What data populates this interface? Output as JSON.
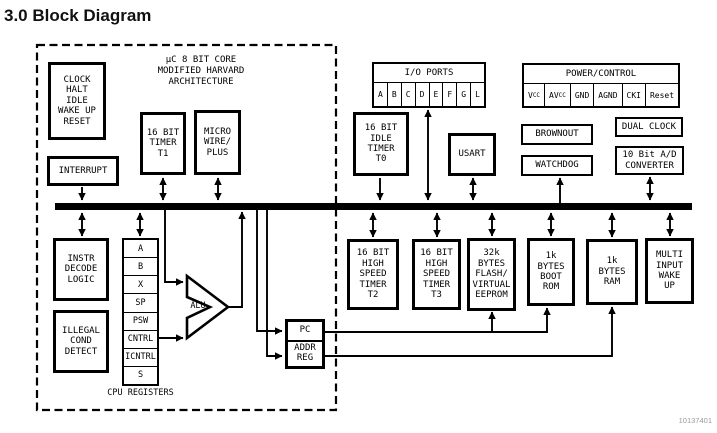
{
  "page": {
    "title": "3.0 Block Diagram",
    "footnote": "10137401"
  },
  "colors": {
    "line": "#000000",
    "background": "#ffffff",
    "footnote_gray": "#9a9a9a"
  },
  "core": {
    "label": "µC 8 BIT CORE\nMODIFIED HARVARD\nARCHITECTURE",
    "clock": "CLOCK\nHALT\nIDLE\nWAKE UP\nRESET",
    "interrupt": "INTERRUPT",
    "timer_t1": "16 BIT\nTIMER\nT1",
    "microwire": "MICRO\nWIRE/\nPLUS",
    "instr_decode": "INSTR\nDECODE\nLOGIC",
    "illegal_cond": "ILLEGAL\nCOND\nDETECT",
    "alu": "ALU",
    "pc": "PC",
    "addr_reg": "ADDR\nREG",
    "registers": {
      "cells": [
        "A",
        "B",
        "X",
        "SP",
        "PSW",
        "CNTRL",
        "ICNTRL",
        "S"
      ],
      "caption": "CPU REGISTERS"
    }
  },
  "io_ports": {
    "title": "I/O PORTS",
    "cells": [
      "A",
      "B",
      "C",
      "D",
      "E",
      "F",
      "G",
      "L"
    ]
  },
  "power_control": {
    "title": "POWER/CONTROL",
    "cells": [
      {
        "base": "V",
        "sub": "CC"
      },
      {
        "base": "AV",
        "sub": "CC"
      },
      {
        "base": "GND",
        "sub": ""
      },
      {
        "base": "AGND",
        "sub": ""
      },
      {
        "base": "CKI",
        "sub": ""
      },
      {
        "base": "Reset",
        "sub": ""
      }
    ]
  },
  "peripherals": {
    "timer_t0": "16 BIT\nIDLE\nTIMER\nT0",
    "usart": "USART",
    "brownout": "BROWNOUT",
    "watchdog": "WATCHDOG",
    "dual_clock": "DUAL CLOCK",
    "adc": "10 Bit A/D\nCONVERTER",
    "timer_t2": "16 BIT\nHIGH\nSPEED\nTIMER\nT2",
    "timer_t3": "16 BIT\nHIGH\nSPEED\nTIMER\nT3",
    "flash": "32k\nBYTES\nFLASH/\nVIRTUAL\nEEPROM",
    "boot_rom": "1k\nBYTES\nBOOT\nROM",
    "ram": "1k\nBYTES\nRAM",
    "miwu": "MULTI\nINPUT\nWAKE\nUP"
  }
}
